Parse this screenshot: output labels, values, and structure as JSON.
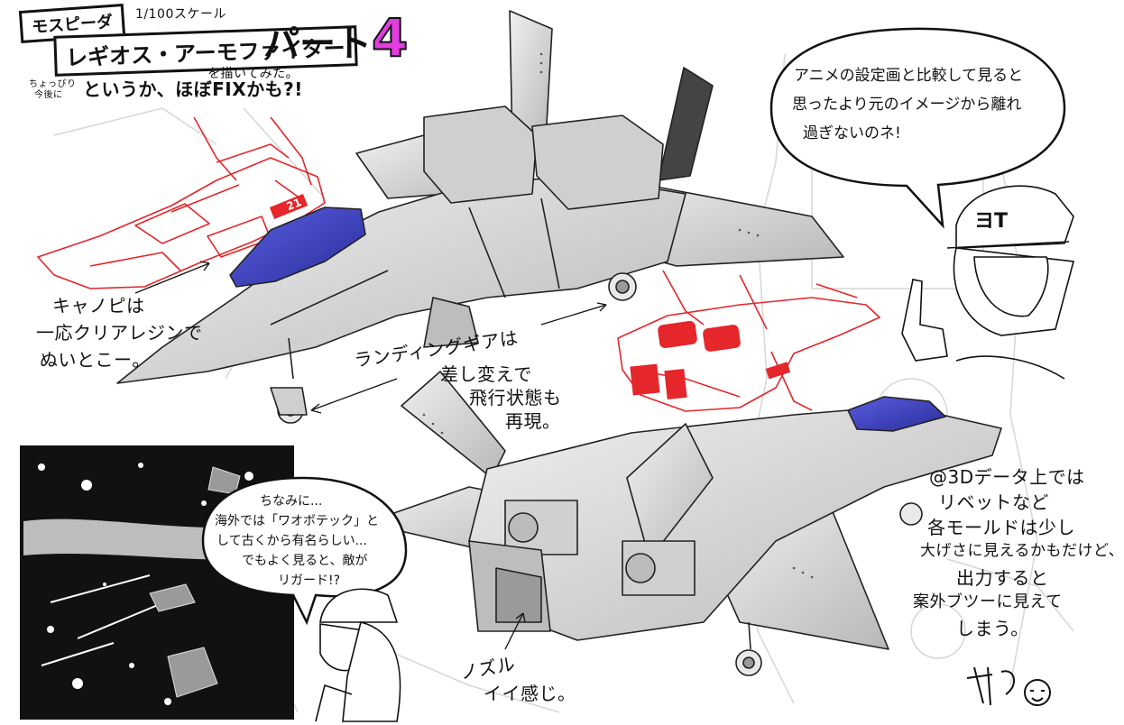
{
  "header": {
    "series": "モスピーダ",
    "scale": "1/100スケール",
    "title": "レギオス・アーモファイター",
    "part_prefix": "パート",
    "part_number": "4",
    "drew_note": "を描いてみた。",
    "side_note_1": "ちょっぴり",
    "side_note_2": "今後に",
    "subtitle": "というか、ほぼFIXかも?!"
  },
  "notes": {
    "canopy_1": "キャノピは",
    "canopy_2": "一応クリアレジンで",
    "canopy_3": "ぬいとこー。",
    "gear_1": "ランディングギアは",
    "gear_2": "差し変えで",
    "gear_3": "飛行状態も",
    "gear_4": "再現。",
    "nozzle_1": "ノズル",
    "nozzle_2": "イイ感じ。",
    "data_1": "@3Dデータ上では",
    "data_2": "リベットなど",
    "data_3": "各モールドは少し",
    "data_4": "大げさに見えるかもだけど、",
    "data_5": "出力すると",
    "data_6": "案外ブツーに見えて",
    "data_7": "しまう。"
  },
  "bubble_top": {
    "line1": "アニメの設定画と比較して見ると",
    "line2": "思ったより元のイメージから離れ",
    "line3": "過ぎないのネ!"
  },
  "bubble_bottom": {
    "line1": "ちなみに...",
    "line2": "海外では「ワオボテック」と",
    "line3": "して古くから有名らしい...",
    "line4": "でもよく見ると、敵が",
    "line5": "リガード!?"
  },
  "decals": {
    "red_number": "21",
    "cap_letters": "ヨT"
  },
  "colors": {
    "canopy": "#3b3fc0",
    "red_line": "#e5262a",
    "hull": "#d9d9d9",
    "part_accent": "#e23de0"
  }
}
